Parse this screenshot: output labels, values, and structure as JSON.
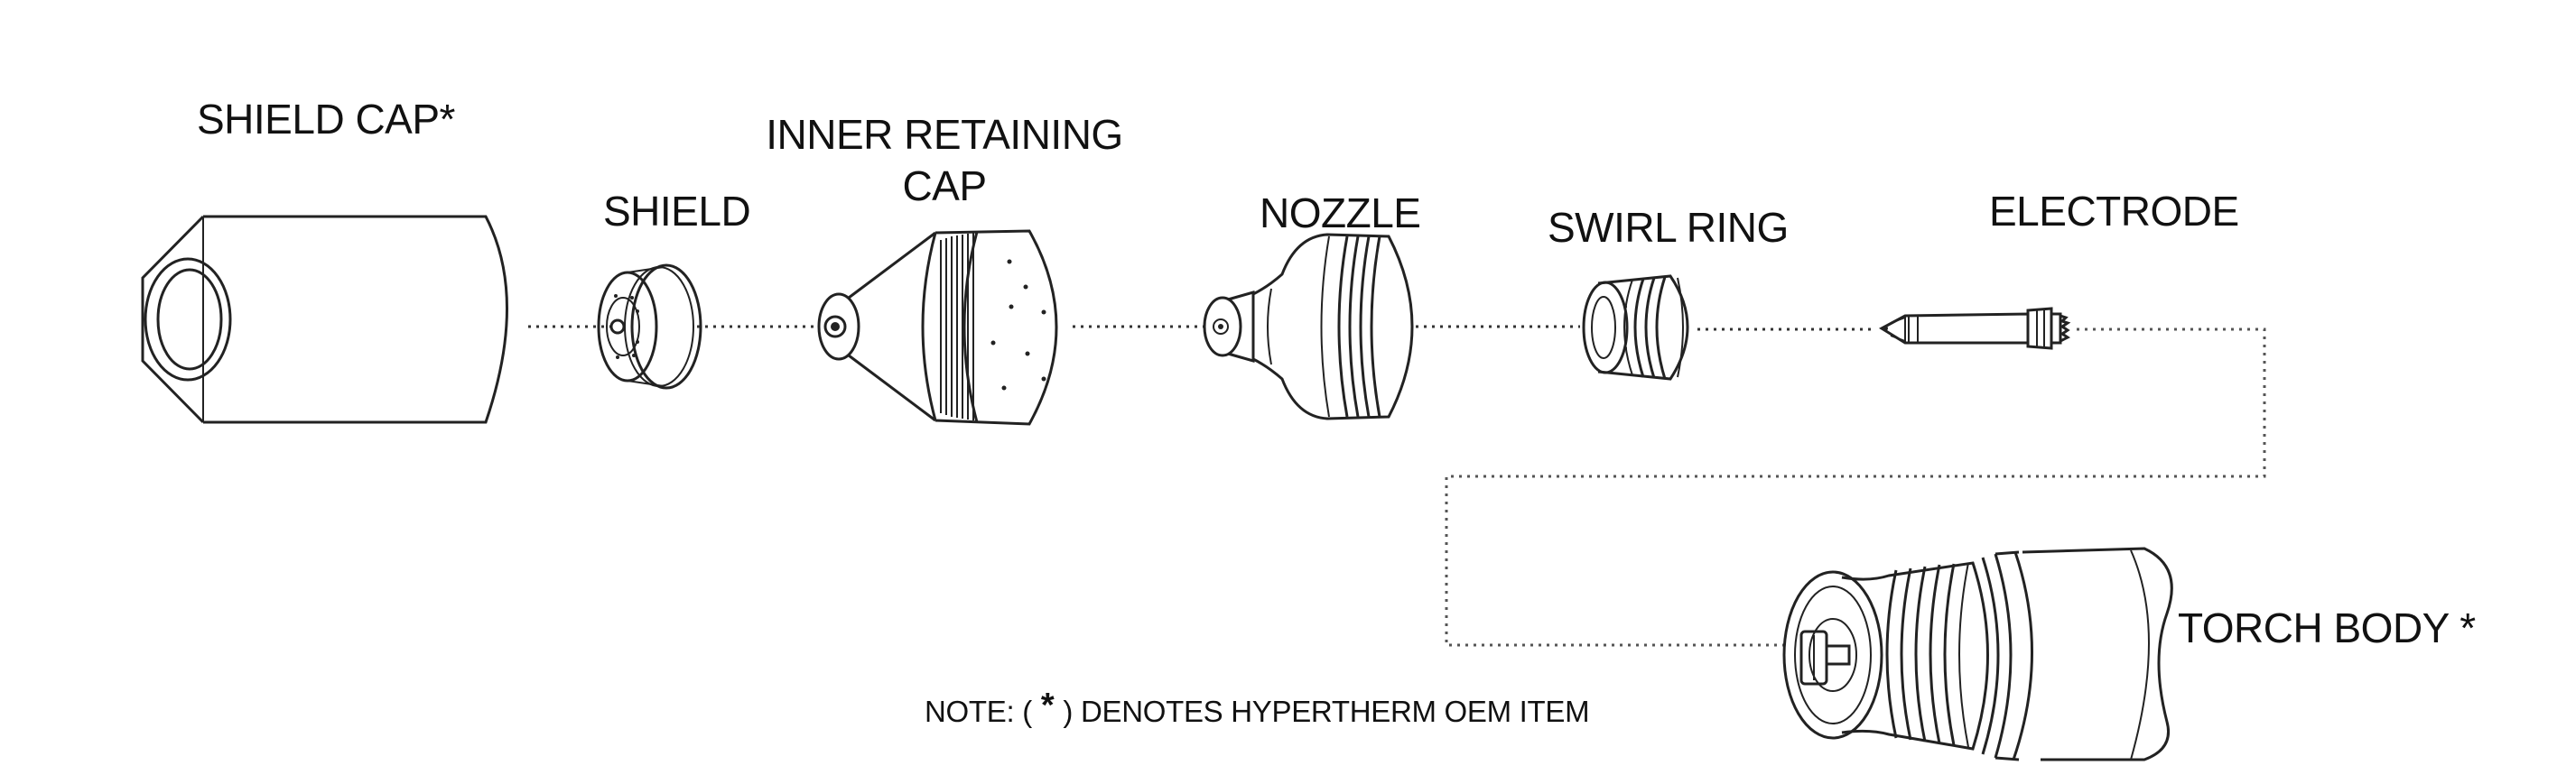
{
  "labels": {
    "shield_cap": "SHIELD CAP*",
    "shield": "SHIELD",
    "inner_retaining_cap_line1": "INNER RETAINING",
    "inner_retaining_cap_line2": "CAP",
    "nozzle": "NOZZLE",
    "swirl_ring": "SWIRL RING",
    "electrode": "ELECTRODE",
    "torch_body": "TORCH BODY *"
  },
  "note": {
    "prefix": "NOTE: (",
    "star": "*",
    "suffix": ") DENOTES HYPERTHERM OEM ITEM"
  }
}
